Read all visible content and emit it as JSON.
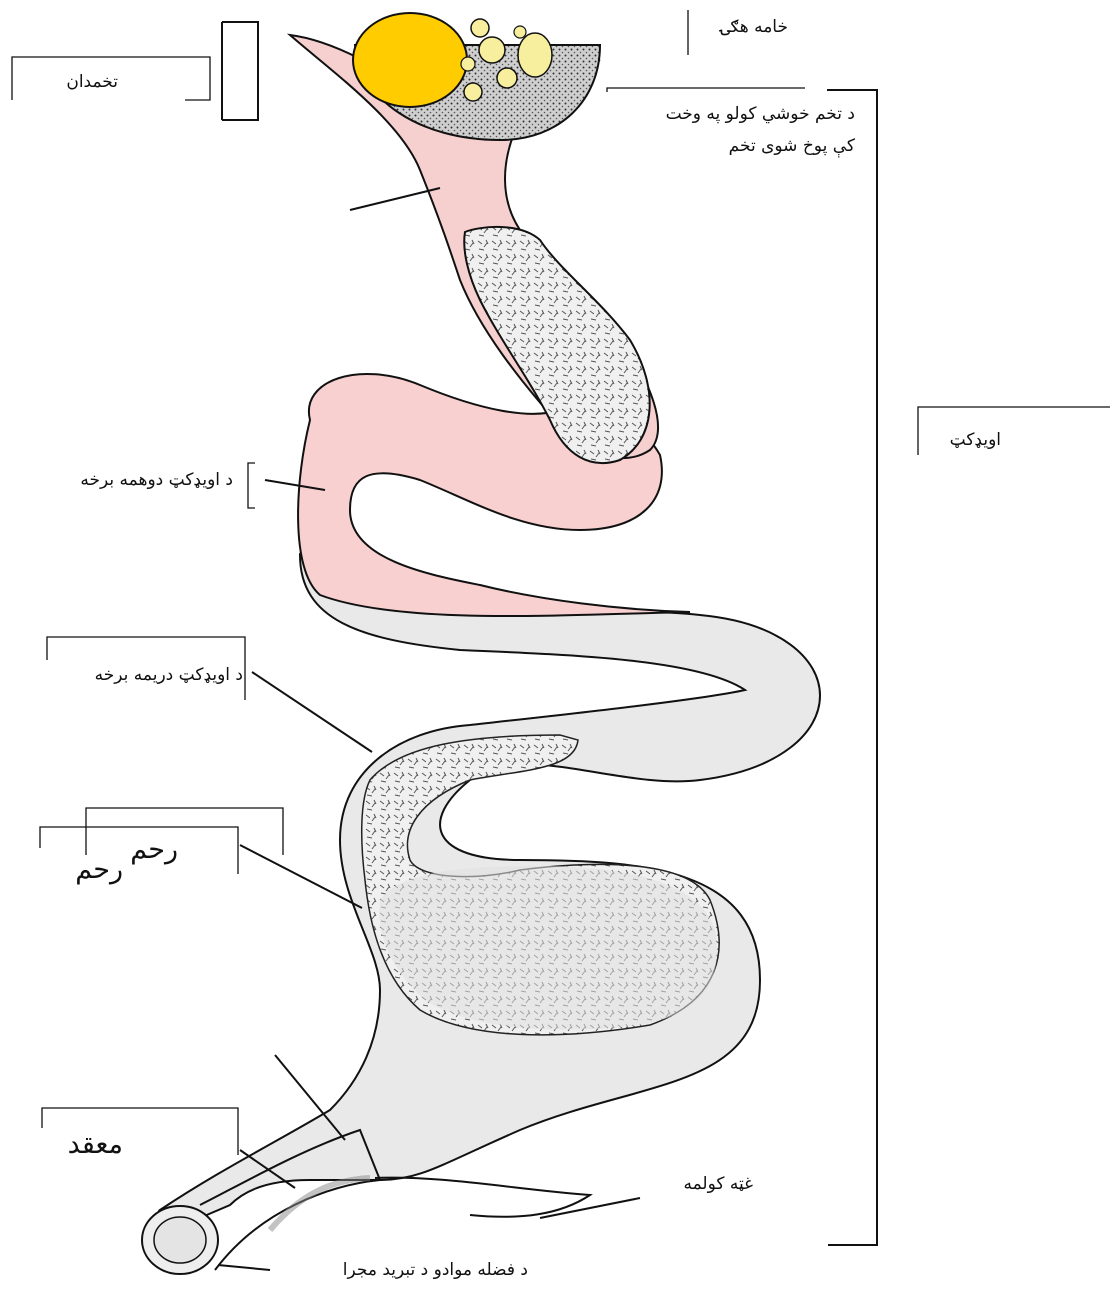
{
  "colors": {
    "ovary_pink": "#f8d0d0",
    "tract_gray": "#e8e8e8",
    "yolk_large": "#ffcc00",
    "yolk_small": "#f7ee9e",
    "outline": "#111111"
  },
  "labels": {
    "khama_hagay": "خامه هګۍ",
    "tukhmdan": "تخمدان",
    "ovulation": "د تخم خوشي کولو په وخت کې پوخ شوی تخم",
    "oviduct": "اویډکټ",
    "oviduct_first": "د اویډکټ دوهمه برخه",
    "oviduct_third": "د اویډکټ دریمه برخه",
    "rahim_1": "رحم",
    "rahim_2": "رحم",
    "maqad": "معقد",
    "large_intestine": "غټه کولمه",
    "cloaca": "د فضله موادو د تبرید مجرا"
  }
}
